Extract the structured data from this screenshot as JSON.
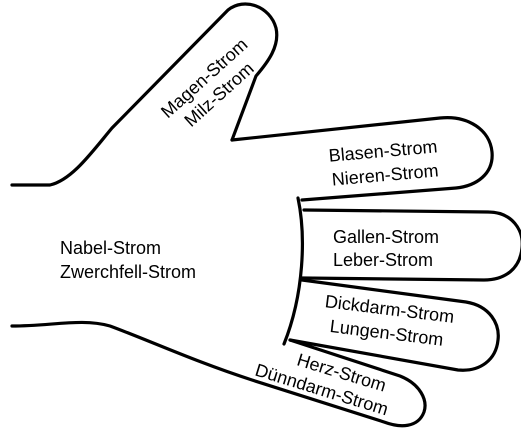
{
  "hand": {
    "thumb": {
      "line1": "Magen-Strom",
      "line2": "Milz-Strom"
    },
    "index": {
      "line1": "Blasen-Strom",
      "line2": "Nieren-Strom"
    },
    "middle": {
      "line1": "Gallen-Strom",
      "line2": "Leber-Strom"
    },
    "ring": {
      "line1": "Dickdarm-Strom",
      "line2": "Lungen-Strom"
    },
    "little": {
      "line1": "Herz-Strom",
      "line2": "Dünndarm-Strom"
    },
    "palm": {
      "line1": "Nabel-Strom",
      "line2": "Zwerchfell-Strom"
    }
  },
  "colors": {
    "stroke": "#000000",
    "background": "#ffffff"
  }
}
